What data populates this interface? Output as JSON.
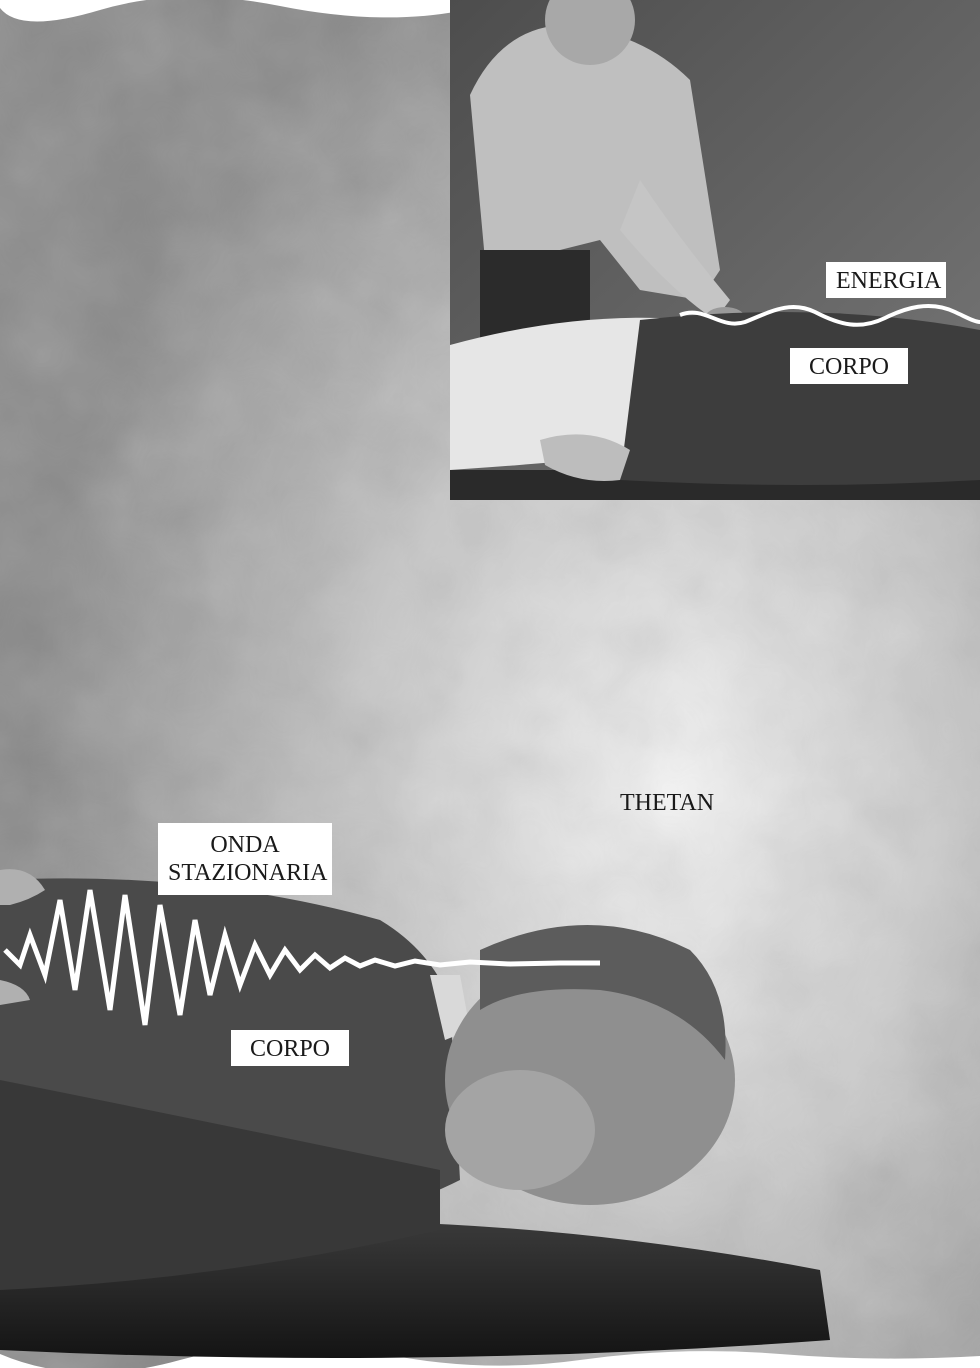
{
  "labels": {
    "energy": "ENERGIA",
    "body_top": "CORPO",
    "standing_wave_line1": "ONDA",
    "standing_wave_line2": "STAZIONARIA",
    "body_bottom": "CORPO",
    "thetan": "THETAN"
  },
  "colors": {
    "background_light": "#f2f2f2",
    "background_dark": "#8c8c8c",
    "inset_background": "#5f5f5f",
    "label_background": "#ffffff",
    "label_text": "#1a1a1a",
    "wave": "#ffffff",
    "suit": "#4a4a4a",
    "shirt": "#cfcfcf",
    "table": "#262626"
  },
  "icons": {
    "energy_wave": "smooth-sine-wave",
    "standing_wave": "zigzag-jagged-wave"
  }
}
